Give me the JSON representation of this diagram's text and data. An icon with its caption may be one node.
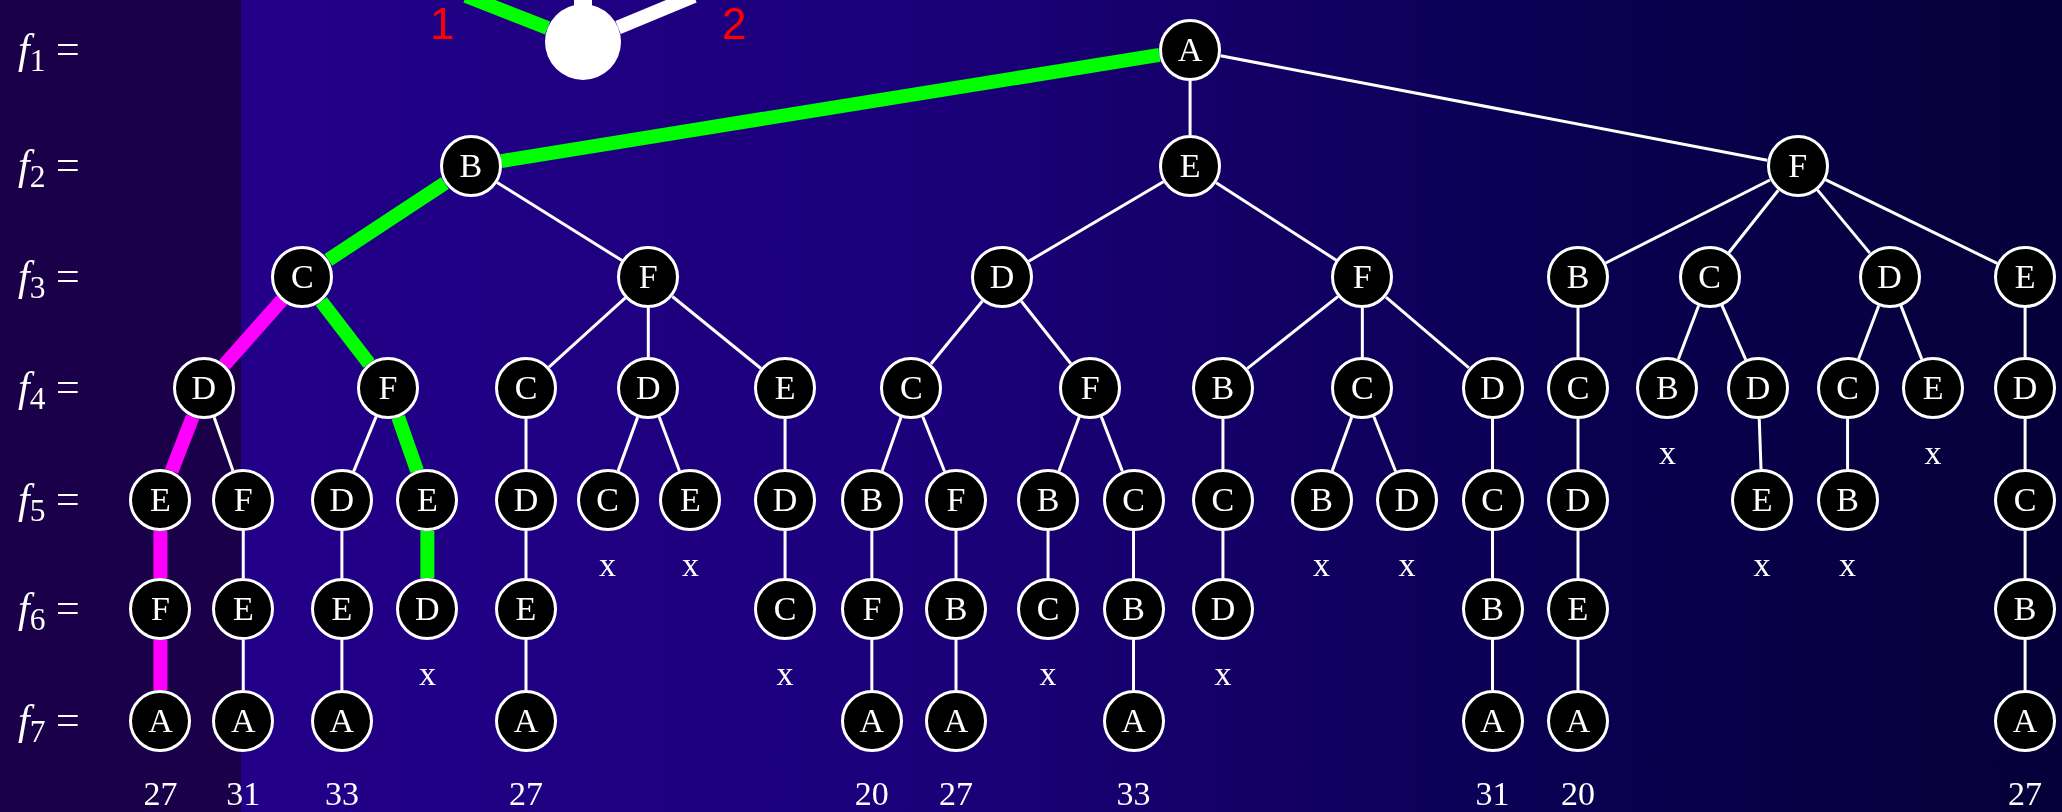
{
  "diagram": {
    "nodes": [
      {
        "text": [
          "A"
        ]
      },
      {
        "text": [
          "B"
        ]
      },
      {
        "text": [
          "E"
        ]
      },
      {
        "text": [
          "F"
        ]
      },
      {
        "text": [
          "C"
        ]
      },
      {
        "text": [
          "F"
        ]
      },
      {
        "text": [
          "D"
        ]
      },
      {
        "text": [
          "F"
        ]
      },
      {
        "text": [
          "B"
        ]
      },
      {
        "text": [
          "C"
        ]
      },
      {
        "text": [
          "D"
        ]
      },
      {
        "text": [
          "E"
        ]
      },
      {
        "text": [
          "D"
        ]
      },
      {
        "text": [
          "F"
        ]
      },
      {
        "text": [
          "C"
        ]
      },
      {
        "text": [
          "D"
        ]
      },
      {
        "text": [
          "E"
        ]
      },
      {
        "text": [
          "C"
        ]
      },
      {
        "text": [
          "F"
        ]
      },
      {
        "text": [
          "B"
        ]
      },
      {
        "text": [
          "C"
        ]
      },
      {
        "text": [
          "D"
        ]
      },
      {
        "text": [
          "C"
        ]
      },
      {
        "text": [
          "B"
        ],
        "beside": [
          "x"
        ]
      },
      {
        "text": [
          "D"
        ]
      },
      {
        "text": [
          "C"
        ]
      },
      {
        "text": [
          "E"
        ],
        "beside": [
          "x"
        ]
      },
      {
        "text": [
          "D"
        ]
      },
      {
        "text": [
          "E"
        ]
      },
      {
        "text": [
          "F"
        ]
      },
      {
        "text": [
          "D"
        ]
      },
      {
        "text": [
          "E"
        ]
      },
      {
        "text": [
          "D"
        ]
      },
      {
        "text": [
          "C"
        ],
        "beside": [
          "x"
        ]
      },
      {
        "text": [
          "E"
        ],
        "beside": [
          "x"
        ]
      },
      {
        "text": [
          "D"
        ]
      },
      {
        "text": [
          "B"
        ]
      },
      {
        "text": [
          "F"
        ]
      },
      {
        "text": [
          "B"
        ]
      },
      {
        "text": [
          "C"
        ]
      },
      {
        "text": [
          "C"
        ]
      },
      {
        "text": [
          "B"
        ],
        "beside": [
          "x"
        ]
      },
      {
        "text": [
          "D"
        ],
        "beside": [
          "x"
        ]
      },
      {
        "text": [
          "C"
        ]
      },
      {
        "text": [
          "D"
        ]
      },
      {
        "text": [
          "E"
        ],
        "beside": [
          "x"
        ]
      },
      {
        "text": [
          "B"
        ],
        "beside": [
          "x"
        ]
      },
      {
        "text": [
          "C"
        ]
      },
      {
        "text": [
          "F"
        ]
      },
      {
        "text": [
          "E"
        ]
      },
      {
        "text": [
          "E"
        ]
      },
      {
        "text": [
          "D"
        ],
        "beside": [
          "x"
        ]
      },
      {
        "text": [
          "E"
        ]
      },
      {
        "text": [
          "C"
        ],
        "beside": [
          "x"
        ]
      },
      {
        "text": [
          "F"
        ]
      },
      {
        "text": [
          "B"
        ]
      },
      {
        "text": [
          "C"
        ],
        "beside": [
          "x"
        ]
      },
      {
        "text": [
          "B"
        ]
      },
      {
        "text": [
          "D"
        ],
        "beside": [
          "x"
        ]
      },
      {
        "text": [
          "B"
        ]
      },
      {
        "text": [
          "E"
        ]
      },
      {
        "text": [
          "B"
        ]
      },
      {
        "text": [
          "A"
        ],
        "beside": [
          "27"
        ]
      },
      {
        "text": [
          "A"
        ],
        "beside": [
          "31"
        ]
      },
      {
        "text": [
          "A"
        ],
        "beside": [
          "33"
        ]
      },
      {
        "text": [
          "A"
        ],
        "beside": [
          "27"
        ]
      },
      {
        "text": [
          "A"
        ],
        "beside": [
          "20"
        ]
      },
      {
        "text": [
          "A"
        ],
        "beside": [
          "27"
        ]
      },
      {
        "text": [
          "A"
        ],
        "beside": [
          "33"
        ]
      },
      {
        "text": [
          "A"
        ],
        "beside": [
          "31"
        ]
      },
      {
        "text": [
          "A"
        ],
        "beside": [
          "20"
        ]
      },
      {
        "text": [
          "A"
        ],
        "beside": [
          "27"
        ]
      },
      {
        "text": [],
        "shape": "circle"
      }
    ],
    "edges": [
      {
        "from": 0,
        "to": 1,
        "arrow": "none",
        "style": "thick",
        "color": "#00ff00"
      },
      {
        "from": 0,
        "to": 2,
        "arrow": "none"
      },
      {
        "from": 0,
        "to": 3,
        "arrow": "none"
      },
      {
        "from": 1,
        "to": 4,
        "arrow": "none",
        "style": "thick",
        "color": "#00ff00"
      },
      {
        "from": 1,
        "to": 5,
        "arrow": "none"
      },
      {
        "from": 2,
        "to": 6,
        "arrow": "none"
      },
      {
        "from": 2,
        "to": 7,
        "arrow": "none"
      },
      {
        "from": 3,
        "to": 8,
        "arrow": "none"
      },
      {
        "from": 3,
        "to": 9,
        "arrow": "none"
      },
      {
        "from": 3,
        "to": 10,
        "arrow": "none"
      },
      {
        "from": 3,
        "to": 11,
        "arrow": "none"
      },
      {
        "from": 4,
        "to": 12,
        "arrow": "none",
        "style": "thick",
        "color": "#ff00ff"
      },
      {
        "from": 4,
        "to": 13,
        "arrow": "none",
        "style": "thick",
        "color": "#00ff00"
      },
      {
        "from": 5,
        "to": 14,
        "arrow": "none"
      },
      {
        "from": 5,
        "to": 15,
        "arrow": "none"
      },
      {
        "from": 5,
        "to": 16,
        "arrow": "none"
      },
      {
        "from": 6,
        "to": 17,
        "arrow": "none"
      },
      {
        "from": 6,
        "to": 18,
        "arrow": "none"
      },
      {
        "from": 7,
        "to": 19,
        "arrow": "none"
      },
      {
        "from": 7,
        "to": 20,
        "arrow": "none"
      },
      {
        "from": 7,
        "to": 21,
        "arrow": "none"
      },
      {
        "from": 8,
        "to": 22,
        "arrow": "none"
      },
      {
        "from": 9,
        "to": 23,
        "arrow": "none"
      },
      {
        "from": 9,
        "to": 24,
        "arrow": "none"
      },
      {
        "from": 10,
        "to": 25,
        "arrow": "none"
      },
      {
        "from": 10,
        "to": 26,
        "arrow": "none"
      },
      {
        "from": 11,
        "to": 27,
        "arrow": "none"
      },
      {
        "from": 12,
        "to": 28,
        "arrow": "none",
        "style": "thick",
        "color": "#ff00ff"
      },
      {
        "from": 12,
        "to": 29,
        "arrow": "none"
      },
      {
        "from": 13,
        "to": 30,
        "arrow": "none"
      },
      {
        "from": 13,
        "to": 31,
        "arrow": "none",
        "style": "thick",
        "color": "#00ff00"
      },
      {
        "from": 14,
        "to": 32,
        "arrow": "none"
      },
      {
        "from": 15,
        "to": 33,
        "arrow": "none"
      },
      {
        "from": 15,
        "to": 34,
        "arrow": "none"
      },
      {
        "from": 16,
        "to": 35,
        "arrow": "none"
      },
      {
        "from": 17,
        "to": 36,
        "arrow": "none"
      },
      {
        "from": 17,
        "to": 37,
        "arrow": "none"
      },
      {
        "from": 18,
        "to": 38,
        "arrow": "none"
      },
      {
        "from": 18,
        "to": 39,
        "arrow": "none"
      },
      {
        "from": 19,
        "to": 40,
        "arrow": "none"
      },
      {
        "from": 20,
        "to": 41,
        "arrow": "none"
      },
      {
        "from": 20,
        "to": 42,
        "arrow": "none"
      },
      {
        "from": 21,
        "to": 43,
        "arrow": "none"
      },
      {
        "from": 22,
        "to": 44,
        "arrow": "none"
      },
      {
        "from": 24,
        "to": 45,
        "arrow": "none"
      },
      {
        "from": 25,
        "to": 46,
        "arrow": "none"
      },
      {
        "from": 27,
        "to": 47,
        "arrow": "none"
      },
      {
        "from": 28,
        "to": 48,
        "arrow": "none",
        "style": "thick",
        "color": "#ff00ff"
      },
      {
        "from": 29,
        "to": 49,
        "arrow": "none"
      },
      {
        "from": 30,
        "to": 50,
        "arrow": "none"
      },
      {
        "from": 31,
        "to": 51,
        "arrow": "none",
        "style": "thick",
        "color": "#00ff00"
      },
      {
        "from": 32,
        "to": 52,
        "arrow": "none"
      },
      {
        "from": 35,
        "to": 53,
        "arrow": "none"
      },
      {
        "from": 36,
        "to": 54,
        "arrow": "none"
      },
      {
        "from": 37,
        "to": 55,
        "arrow": "none"
      },
      {
        "from": 38,
        "to": 56,
        "arrow": "none"
      },
      {
        "from": 39,
        "to": 57,
        "arrow": "none"
      },
      {
        "from": 40,
        "to": 58,
        "arrow": "none"
      },
      {
        "from": 43,
        "to": 59,
        "arrow": "none"
      },
      {
        "from": 44,
        "to": 60,
        "arrow": "none"
      },
      {
        "from": 47,
        "to": 61,
        "arrow": "none"
      },
      {
        "from": 48,
        "to": 62,
        "arrow": "none",
        "style": "thick",
        "color": "#ff00ff"
      },
      {
        "from": 49,
        "to": 63,
        "arrow": "none"
      },
      {
        "from": 50,
        "to": 64,
        "arrow": "none"
      },
      {
        "from": 52,
        "to": 65,
        "arrow": "none"
      },
      {
        "from": 54,
        "to": 66,
        "arrow": "none"
      },
      {
        "from": 55,
        "to": 67,
        "arrow": "none"
      },
      {
        "from": 57,
        "to": 68,
        "arrow": "none"
      },
      {
        "from": 59,
        "to": 69,
        "arrow": "none"
      },
      {
        "from": 60,
        "to": 70,
        "arrow": "none"
      },
      {
        "from": 61,
        "to": 71,
        "arrow": "none"
      },
      {
        "from": null,
        "to": 72,
        "arrow": "none",
        "style": "thick",
        "color": "#00ff00"
      },
      {
        "from": null,
        "to": 72,
        "arrow": "none",
        "style": "thick"
      }
    ],
    "labels": [
      "1",
      "2",
      "*f*$_{1}$ =",
      "*f*$_{2}$ =",
      "*f*$_{3}$ =",
      "*f*$_{4}$ =",
      "*f*$_{5}$ =",
      "*f*$_{6}$ =",
      "*f*$_{7}$ ="
    ]
  }
}
